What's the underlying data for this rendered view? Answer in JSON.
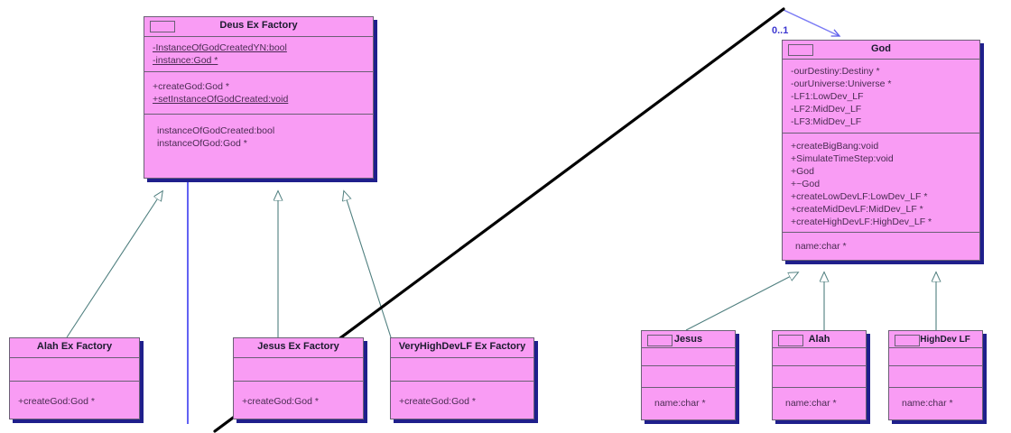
{
  "diagram": {
    "type": "uml-class-diagram",
    "background": "#ffffff",
    "class_fill": "#f99cf4",
    "class_border": "#6b5f75",
    "shadow_color": "#1f1f8c",
    "inheritance_color": "#4f7f7f",
    "association_color": "#5a5ae8",
    "overlay_line_color": "#000000"
  },
  "classes": {
    "deus_ex_factory": {
      "title": "Deus Ex Factory",
      "attributes": [
        "-InstanceOfGodCreatedYN:bool",
        "-instance:God *"
      ],
      "operations": [
        "+createGod:God *",
        "+setInstanceOfGodCreated:void"
      ],
      "extra": [
        "instanceOfGodCreated:bool",
        "instanceOfGod:God *"
      ]
    },
    "god": {
      "title": "God",
      "attributes": [
        "-ourDestiny:Destiny *",
        "-ourUniverse:Universe *",
        "-LF1:LowDev_LF",
        "-LF2:MidDev_LF",
        "-LF3:MidDev_LF"
      ],
      "operations": [
        "+createBigBang:void",
        "+SimulateTimeStep:void",
        "+God",
        "+~God",
        "+createLowDevLF:LowDev_LF *",
        "+createMidDevLF:MidDev_LF *",
        "+createHighDevLF:HighDev_LF *"
      ],
      "extra": [
        "name:char *"
      ]
    },
    "alah_ex_factory": {
      "title": "Alah Ex Factory",
      "attributes": [],
      "operations": [
        "+createGod:God *"
      ]
    },
    "jesus_ex_factory": {
      "title": "Jesus Ex Factory",
      "attributes": [],
      "operations": [
        "+createGod:God *"
      ]
    },
    "veryhighdevlf_ex_factory": {
      "title": "VeryHighDevLF Ex Factory",
      "attributes": [],
      "operations": [
        "+createGod:God *"
      ]
    },
    "jesus": {
      "title": "Jesus",
      "attributes": [],
      "operations": [],
      "extra": [
        "name:char *"
      ]
    },
    "alah": {
      "title": "Alah",
      "attributes": [],
      "operations": [],
      "extra": [
        "name:char *"
      ]
    },
    "veryhighdev_lf": {
      "title": "VeryHighDev LF",
      "attributes": [],
      "operations": [],
      "extra": [
        "name:char *"
      ]
    }
  },
  "edge_labels": {
    "god_multiplicity": "0..1"
  },
  "relationships": [
    {
      "kind": "generalization",
      "from": "alah_ex_factory",
      "to": "deus_ex_factory"
    },
    {
      "kind": "generalization",
      "from": "jesus_ex_factory",
      "to": "deus_ex_factory"
    },
    {
      "kind": "generalization",
      "from": "veryhighdevlf_ex_factory",
      "to": "deus_ex_factory"
    },
    {
      "kind": "generalization",
      "from": "jesus",
      "to": "god"
    },
    {
      "kind": "generalization",
      "from": "alah",
      "to": "god"
    },
    {
      "kind": "generalization",
      "from": "veryhighdev_lf",
      "to": "god"
    },
    {
      "kind": "association",
      "from": "deus_ex_factory",
      "to": "god",
      "target_multiplicity": "0..1"
    }
  ]
}
